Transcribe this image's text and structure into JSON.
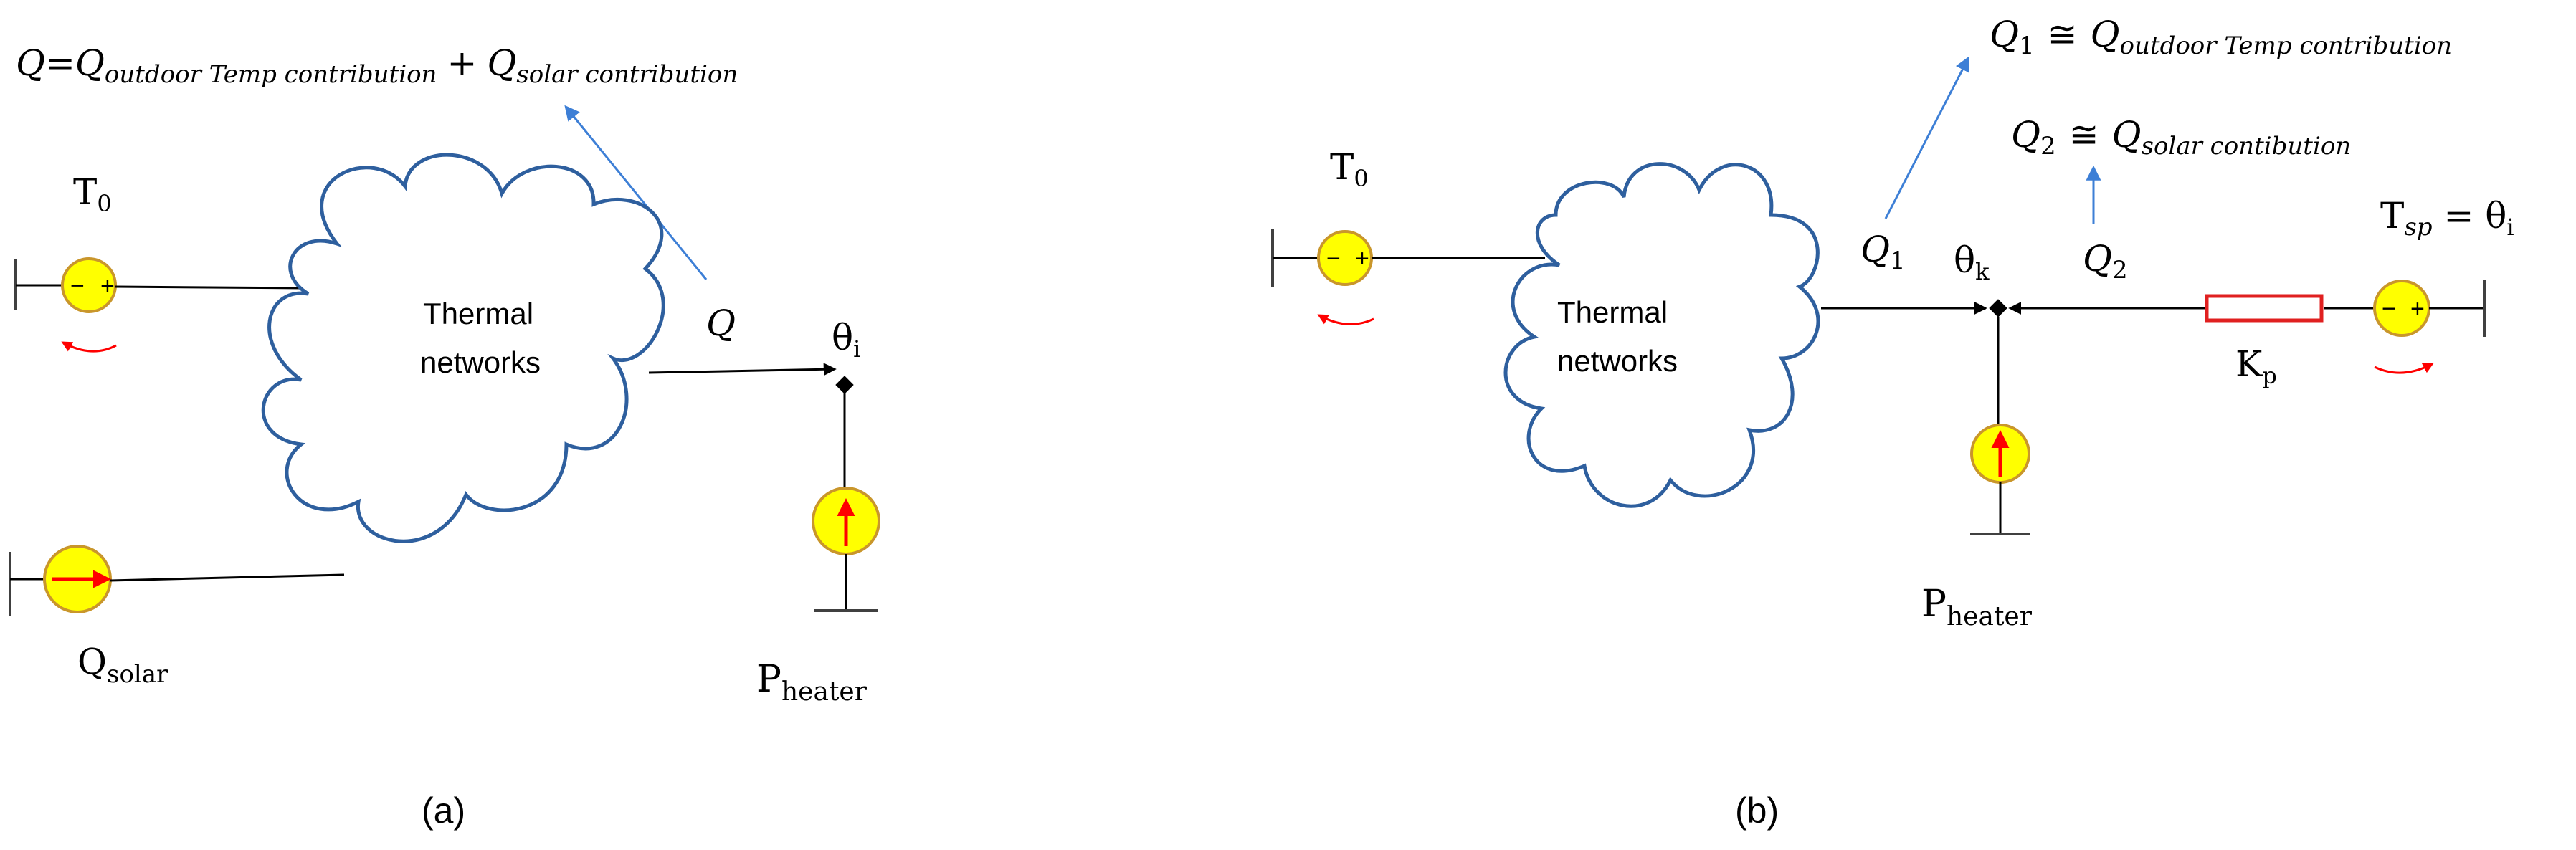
{
  "colors": {
    "cloud_stroke": "#2e5f9e",
    "source_fill": "#ffff00",
    "source_stroke": "#c9962b",
    "red_accent": "#ff0000",
    "arrow_blue": "#3d7fd6",
    "resistor_stroke": "#e02020"
  },
  "panel_a": {
    "equation": {
      "q": "Q",
      "eq": "=",
      "q_main": "Q",
      "sub_outdoor": "outdoor Temp contribution",
      "plus": "+",
      "q_second": "Q",
      "sub_solar": "solar contribution"
    },
    "t0": {
      "main": "T",
      "sub": "0"
    },
    "source_sign": {
      "minus": "−",
      "plus": "+"
    },
    "cloud_label": {
      "line1": "Thermal",
      "line2": "networks"
    },
    "q_label": "Q",
    "theta_i": {
      "main": "θ",
      "sub": "i"
    },
    "q_solar": {
      "main": "Q",
      "sub": "solar"
    },
    "p_heater": {
      "main": "P",
      "sub": "heater"
    },
    "caption": "(a)"
  },
  "panel_b": {
    "q1_equation": {
      "q": "Q",
      "sub1": "1",
      "approx": "≅",
      "q2": "Q",
      "sub": "outdoor Temp contribution"
    },
    "q2_equation": {
      "q": "Q",
      "sub1": "2",
      "approx": "≅",
      "q2": "Q",
      "sub": "solar contibution"
    },
    "t0": {
      "main": "T",
      "sub": "0"
    },
    "source_sign": {
      "minus": "−",
      "plus": "+"
    },
    "cloud_label": {
      "line1": "Thermal",
      "line2": "networks"
    },
    "q1_label": {
      "main": "Q",
      "sub": "1"
    },
    "theta_k": {
      "main": "θ",
      "sub": "k"
    },
    "q2_label": {
      "main": "Q",
      "sub": "2"
    },
    "tsp": {
      "main": "T",
      "sub": "sp",
      "eq": " = θ",
      "sub2": "i"
    },
    "kp": {
      "main": "K",
      "sub": "p"
    },
    "p_heater": {
      "main": "P",
      "sub": "heater"
    },
    "caption": "(b)"
  }
}
